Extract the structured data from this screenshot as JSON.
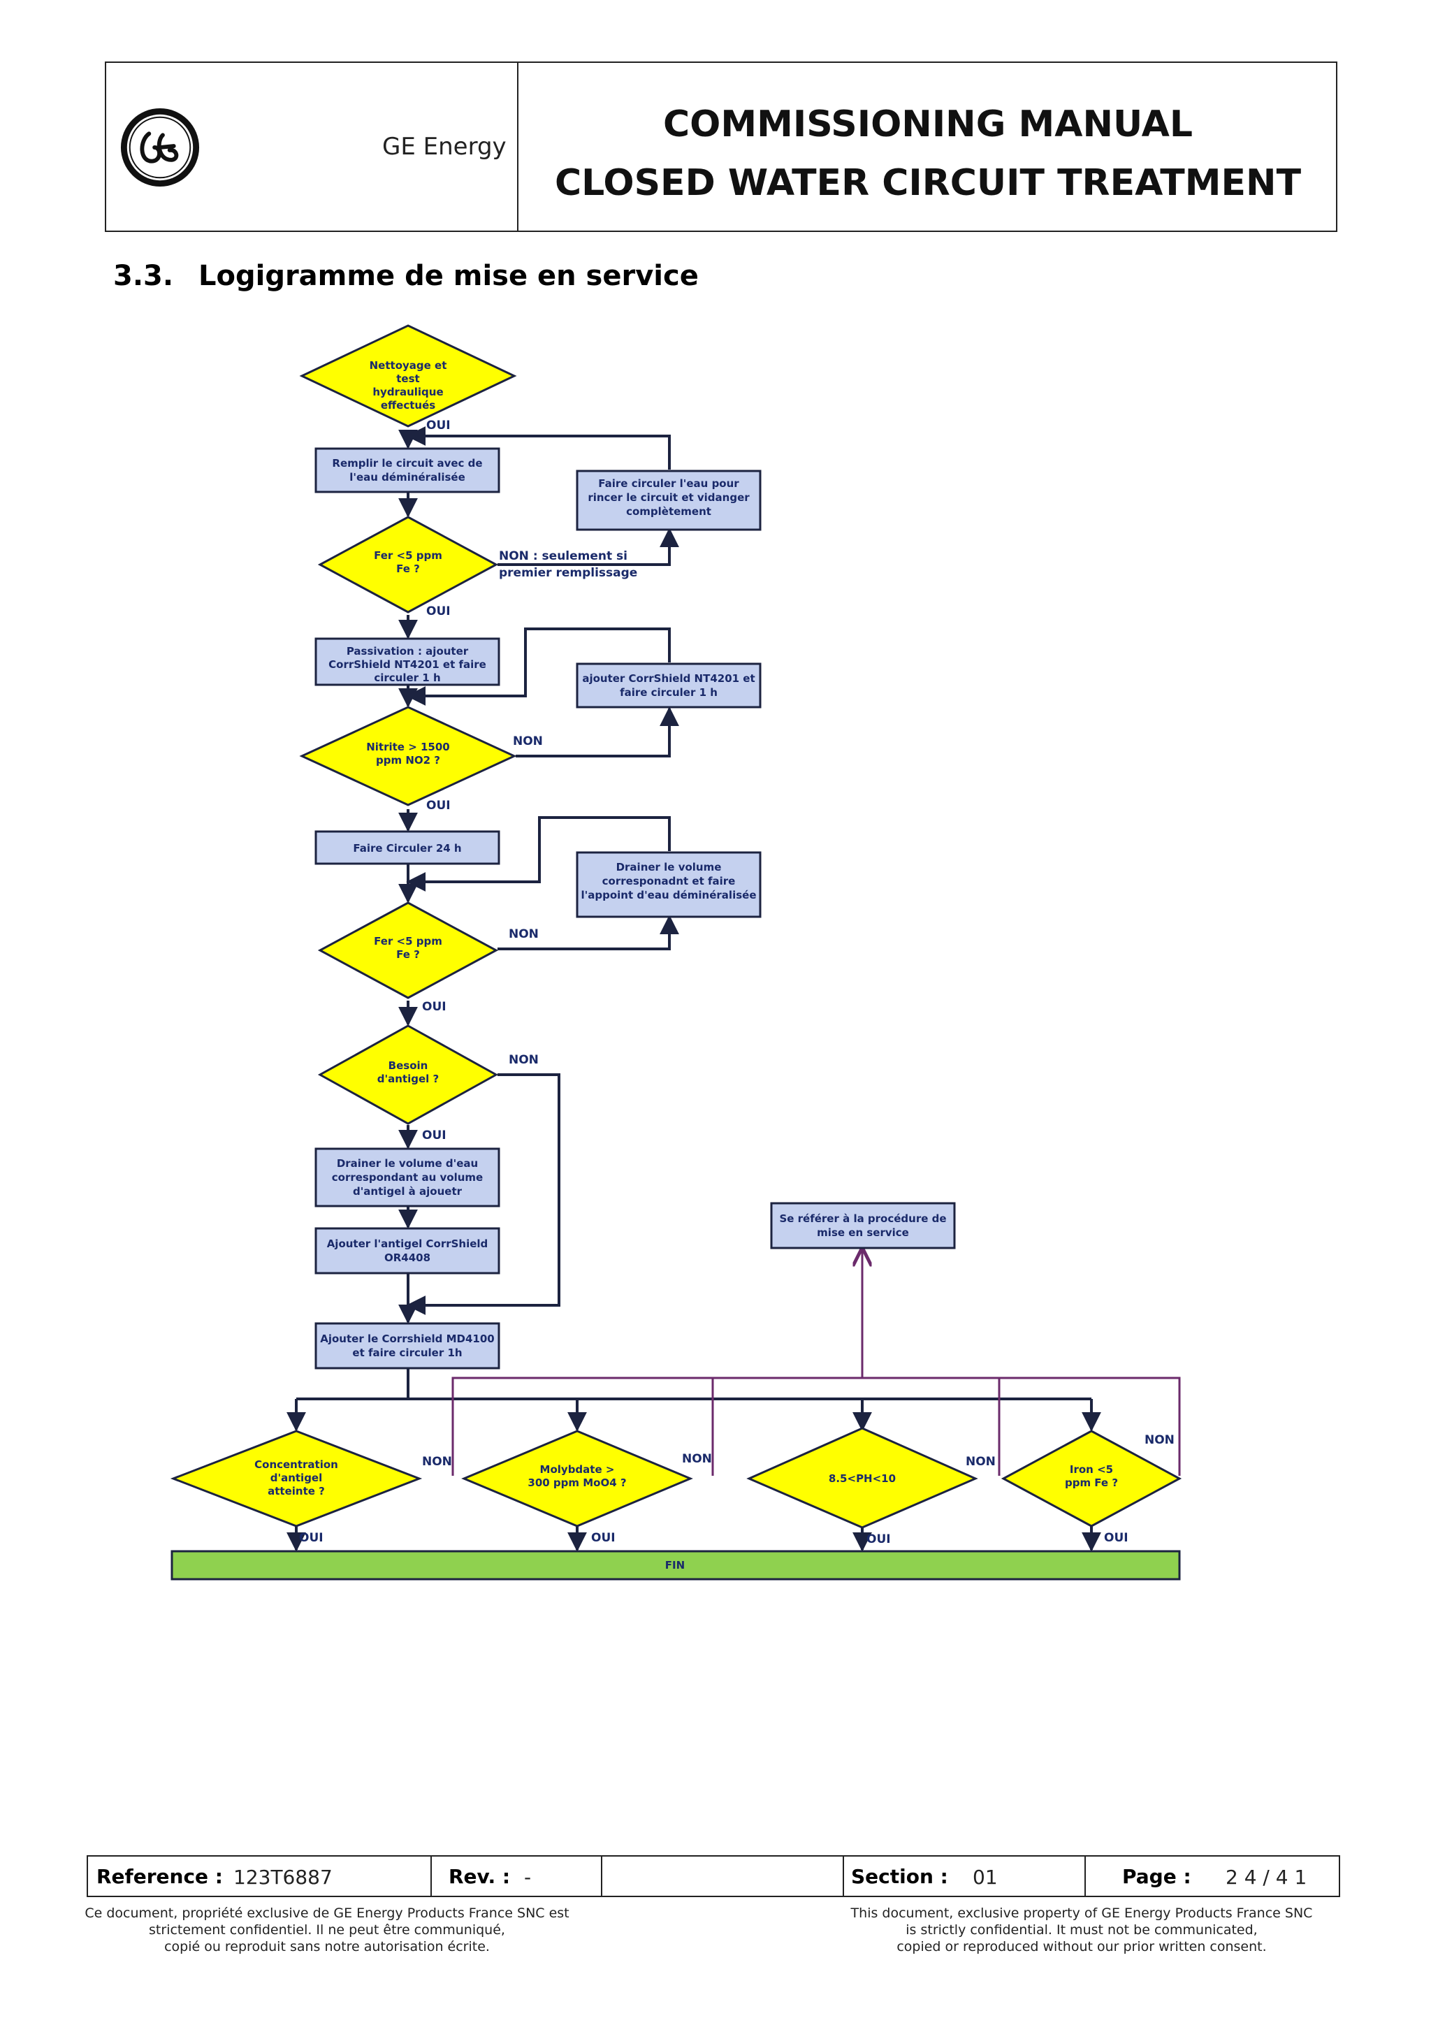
{
  "header": {
    "company": "GE Energy",
    "title_line1": "COMMISSIONING MANUAL",
    "title_line2": "CLOSED WATER CIRCUIT TREATMENT",
    "logo_icon": "ge-monogram-logo"
  },
  "section": {
    "number": "3.3.",
    "title": "Logigramme de mise en service"
  },
  "flowchart": {
    "nodes": {
      "d1": [
        "Nettoyage et",
        "test",
        "hydraulique",
        "effectués"
      ],
      "b1": [
        "Remplir le circuit avec de",
        "l'eau déminéralisée"
      ],
      "b_rinse": [
        "Faire circuler l'eau pour",
        "rincer le circuit et vidanger",
        "complètement"
      ],
      "d2": [
        "Fer <5 ppm",
        "Fe ?"
      ],
      "b2": [
        "Passivation : ajouter",
        "CorrShield NT4201 et faire",
        "circuler 1 h"
      ],
      "b_add": [
        "ajouter CorrShield NT4201 et",
        "faire circuler 1 h"
      ],
      "d3": [
        "Nitrite > 1500",
        "ppm NO2 ?"
      ],
      "b3": [
        "Faire Circuler 24 h"
      ],
      "b_drain": [
        "Drainer le volume",
        "corresponadnt et faire",
        "l'appoint d'eau déminéralisée"
      ],
      "d4": [
        "Fer <5 ppm",
        "Fe ?"
      ],
      "d5": [
        "Besoin",
        "d'antigel ?"
      ],
      "b4": [
        "Drainer le  volume d'eau",
        "correspondant au volume",
        "d'antigel à ajouetr"
      ],
      "b5": [
        "Ajouter l'antigel CorrShield",
        "OR4408"
      ],
      "b6": [
        "Ajouter le Corrshield MD4100",
        "et faire circuler 1h"
      ],
      "b_ref": [
        "Se référer à la procédure de",
        "mise en service"
      ],
      "dd1": [
        "Concentration",
        "d'antigel",
        "atteinte ?"
      ],
      "dd2": [
        "Molybdate >",
        "300 ppm MoO4 ?"
      ],
      "dd3": [
        "8.5<PH<10"
      ],
      "dd4": [
        "Iron <5",
        "ppm Fe ?"
      ],
      "fin": "FIN"
    },
    "labels": {
      "oui": "OUI",
      "non": "NON",
      "non_first_line1": "NON : seulement si",
      "non_first_line2": "premier remplissage"
    },
    "colors": {
      "decision_fill": "#ffff00",
      "process_fill": "#c5d1ef",
      "end_fill": "#8fd14f",
      "flow_line": "#1c2340",
      "loop_line": "#6b2a6b"
    }
  },
  "footer": {
    "reference_label": "Reference :",
    "reference_value": "123T6887",
    "rev_label": "Rev. :",
    "rev_value": "-",
    "section_label": "Section :",
    "section_value": "01",
    "page_label": "Page :",
    "page_value": "2 4 / 4 1",
    "disclaimer_fr": [
      "Ce document, propriété exclusive de GE Energy Products France SNC est",
      "strictement confidentiel. Il ne peut être communiqué,",
      "copié ou reproduit sans notre autorisation écrite."
    ],
    "disclaimer_en": [
      "This document, exclusive property of GE Energy Products France SNC",
      "is strictly confidential. It must not be communicated,",
      "copied or reproduced without our prior written consent."
    ]
  }
}
